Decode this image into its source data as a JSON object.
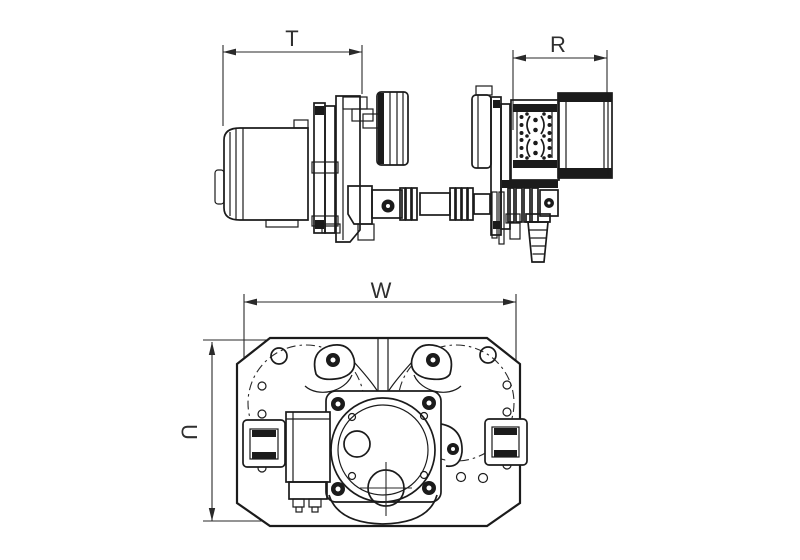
{
  "drawing": {
    "background_color": "#ffffff",
    "line_color": "#1b1b1b",
    "labels": {
      "t": "T",
      "r": "R",
      "w": "W",
      "u": "U"
    }
  }
}
